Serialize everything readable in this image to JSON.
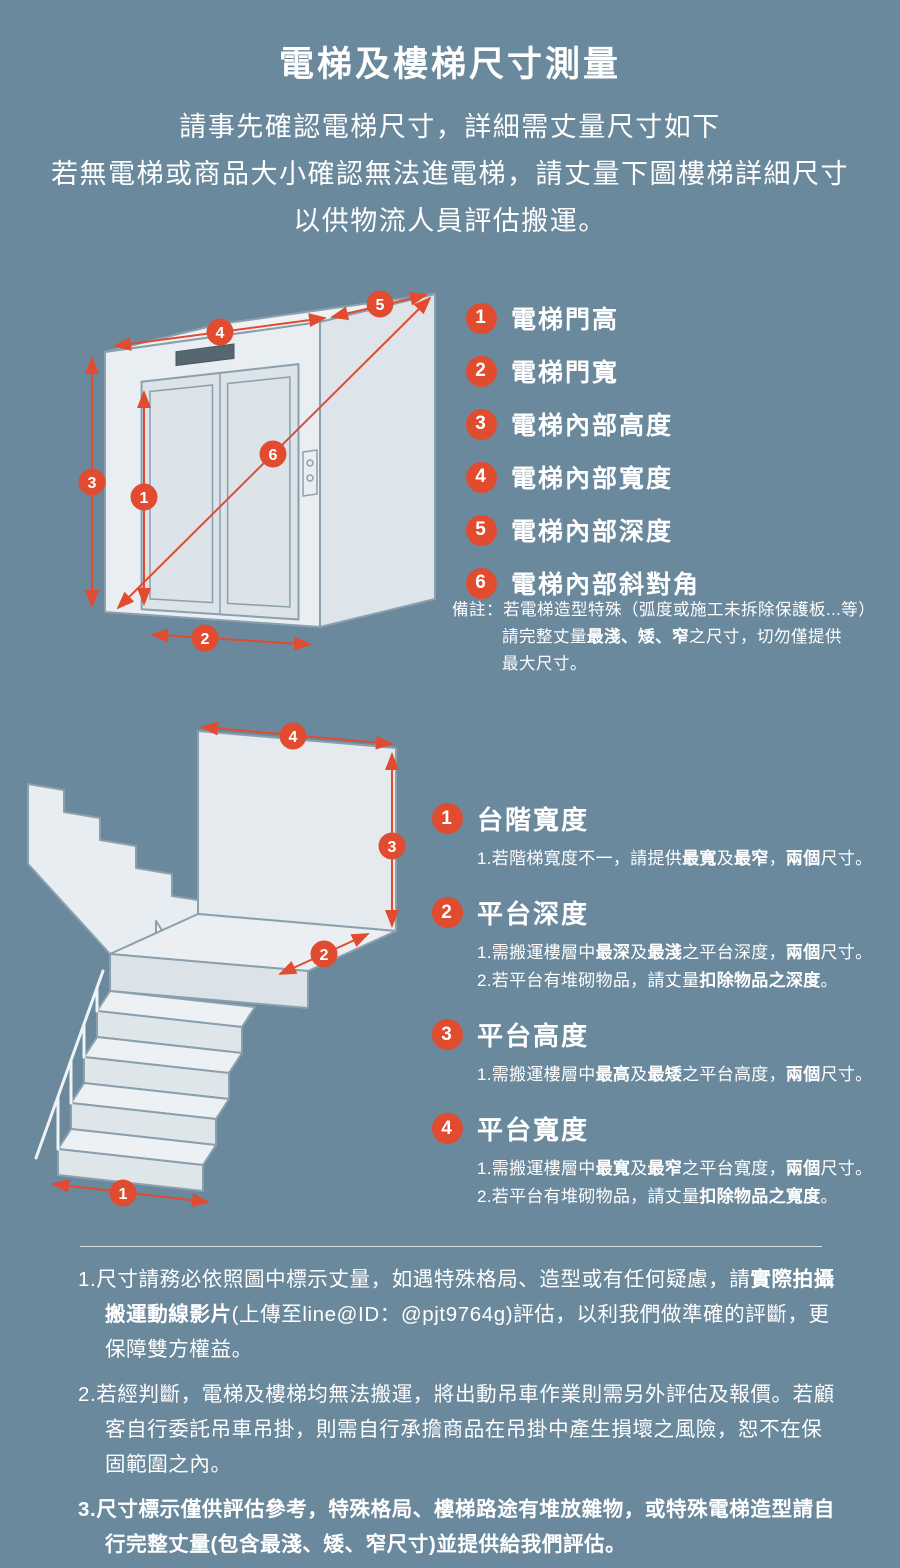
{
  "colors": {
    "background": "#6b899c",
    "accent_red": "#e14b30",
    "illustration_fill": "#e7edf1",
    "illustration_stroke": "#8ba0ae",
    "text": "#ffffff"
  },
  "header": {
    "title": "電梯及樓梯尺寸測量",
    "intro_lines": [
      "請事先確認電梯尺寸，詳細需丈量尺寸如下",
      "若無電梯或商品大小確認無法進電梯，請丈量下圖樓梯詳細尺寸",
      "以供物流人員評估搬運。"
    ]
  },
  "elevator": {
    "items": [
      {
        "num": "1",
        "label": "電梯門高"
      },
      {
        "num": "2",
        "label": "電梯門寬"
      },
      {
        "num": "3",
        "label": "電梯內部高度"
      },
      {
        "num": "4",
        "label": "電梯內部寬度"
      },
      {
        "num": "5",
        "label": "電梯內部深度"
      },
      {
        "num": "6",
        "label": "電梯內部斜對角"
      }
    ],
    "note_lines": [
      [
        {
          "t": "備註：若電梯造型特殊（弧度或施工未拆除保護板...等）"
        }
      ],
      [
        {
          "t": "請完整丈量"
        },
        {
          "t": "最淺、矮、窄",
          "b": true
        },
        {
          "t": "之尺寸，切勿僅提供"
        }
      ],
      [
        {
          "t": "最大尺寸。"
        }
      ]
    ]
  },
  "stairs": {
    "items": [
      {
        "num": "1",
        "title": "台階寬度",
        "details": [
          [
            {
              "t": "1.若階梯寬度不一，請提供"
            },
            {
              "t": "最寬",
              "b": true
            },
            {
              "t": "及"
            },
            {
              "t": "最窄",
              "b": true
            },
            {
              "t": "，"
            },
            {
              "t": "兩個",
              "b": true
            },
            {
              "t": "尺寸。"
            }
          ]
        ]
      },
      {
        "num": "2",
        "title": "平台深度",
        "details": [
          [
            {
              "t": "1.需搬運樓層中"
            },
            {
              "t": "最深",
              "b": true
            },
            {
              "t": "及"
            },
            {
              "t": "最淺",
              "b": true
            },
            {
              "t": "之平台深度，"
            },
            {
              "t": "兩個",
              "b": true
            },
            {
              "t": "尺寸。"
            }
          ],
          [
            {
              "t": "2.若平台有堆砌物品，請丈量"
            },
            {
              "t": "扣除物品之深度",
              "b": true
            },
            {
              "t": "。"
            }
          ]
        ]
      },
      {
        "num": "3",
        "title": "平台高度",
        "details": [
          [
            {
              "t": "1.需搬運樓層中"
            },
            {
              "t": "最高",
              "b": true
            },
            {
              "t": "及"
            },
            {
              "t": "最矮",
              "b": true
            },
            {
              "t": "之平台高度，"
            },
            {
              "t": "兩個",
              "b": true
            },
            {
              "t": "尺寸。"
            }
          ]
        ]
      },
      {
        "num": "4",
        "title": "平台寬度",
        "details": [
          [
            {
              "t": "1.需搬運樓層中"
            },
            {
              "t": "最寬",
              "b": true
            },
            {
              "t": "及"
            },
            {
              "t": "最窄",
              "b": true
            },
            {
              "t": "之平台寬度，"
            },
            {
              "t": "兩個",
              "b": true
            },
            {
              "t": "尺寸。"
            }
          ],
          [
            {
              "t": "2.若平台有堆砌物品，請丈量"
            },
            {
              "t": "扣除物品之寬度",
              "b": true
            },
            {
              "t": "。"
            }
          ]
        ]
      }
    ]
  },
  "footer": {
    "notes": [
      {
        "segments": [
          {
            "t": "1.尺寸請務必依照圖中標示丈量，如遇特殊格局、造型或有任何疑慮，請"
          },
          {
            "t": "實際拍攝搬運動線影片",
            "b": true
          },
          {
            "t": "(上傳至line@ID：@pjt9764g)評估，以利我們做準確的評斷，更保障雙方權益。"
          }
        ]
      },
      {
        "segments": [
          {
            "t": "2.若經判斷，電梯及樓梯均無法搬運，將出動吊車作業則需另外評估及報價。若顧客自行委託吊車吊掛，則需自行承擔商品在吊掛中產生損壞之風險，恕不在保固範圍之內。"
          }
        ]
      },
      {
        "segments": [
          {
            "t": "3.尺寸標示僅供評估參考，特殊格局、樓梯路途有堆放雜物，或特殊電梯造型請自行完整丈量(包含最淺、矮、窄尺寸)並提供給我們評估。",
            "b": true
          }
        ]
      }
    ]
  }
}
